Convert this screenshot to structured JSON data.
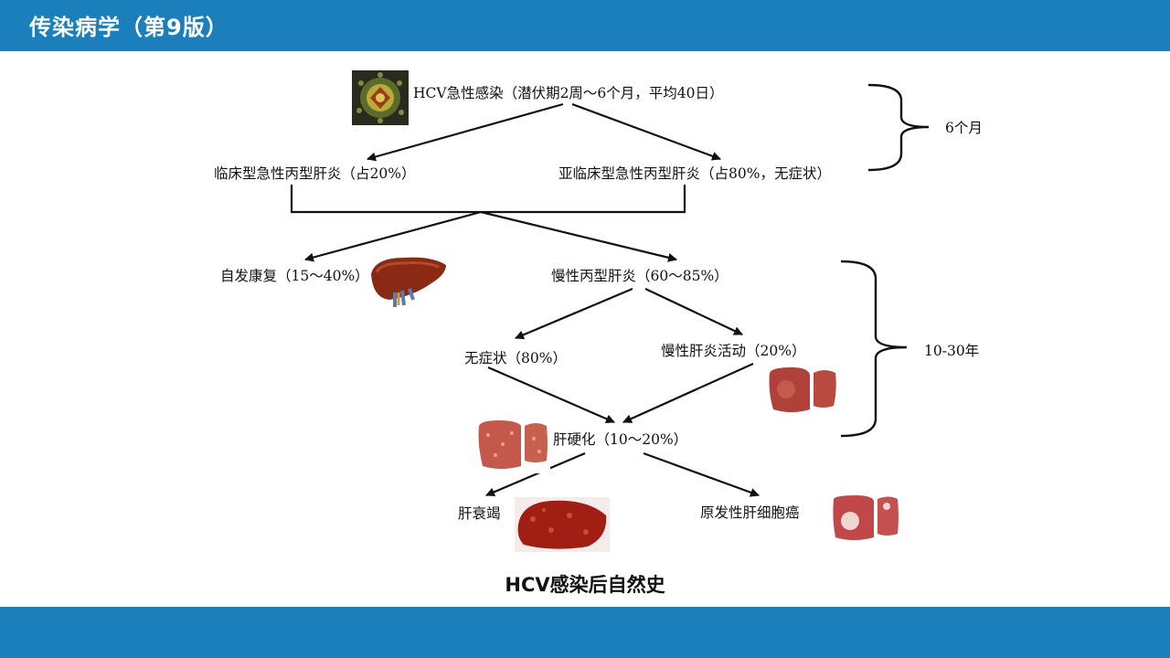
{
  "header": {
    "title": "传染病学（第9版）"
  },
  "nodes": {
    "acute": "HCV急性感染（潜伏期2周～6个月，平均40日）",
    "clinical": "临床型急性丙型肝炎（占20%）",
    "subclinical": "亚临床型急性丙型肝炎（占80%，无症状）",
    "recovery": "自发康复（15～40%）",
    "chronic": "慢性丙型肝炎（60～85%）",
    "asymptomatic": "无症状（80%）",
    "active": "慢性肝炎活动（20%）",
    "cirrhosis": "肝硬化（10～20%）",
    "failure": "肝衰竭",
    "hcc": "原发性肝细胞癌"
  },
  "durations": {
    "first": "6个月",
    "second": "10-30年"
  },
  "caption": "HCV感染后自然史",
  "colors": {
    "brand_blue": "#1a7fba"
  }
}
